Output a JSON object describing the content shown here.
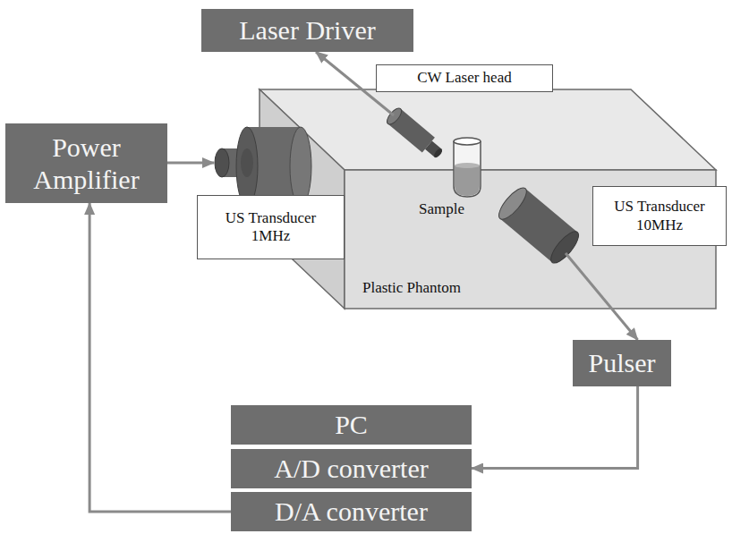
{
  "diagram": {
    "nodes": [
      {
        "text": [
          "Laser Driver"
        ]
      },
      {
        "text": [
          "CW Laser head"
        ]
      },
      {
        "text": [
          "Power Amplifier"
        ]
      },
      {
        "text": [
          "US Transducer 1MHz"
        ]
      },
      {
        "text": [
          "US Transducer 10MHz"
        ]
      },
      {
        "text": [
          "Pulser"
        ]
      },
      {
        "text": [
          "PC"
        ]
      },
      {
        "text": [
          "A/D converter"
        ]
      },
      {
        "text": [
          "D/A converter"
        ]
      }
    ],
    "edges": [
      {
        "from": 2,
        "to": 3,
        "arrow": "to"
      },
      {
        "from": 1,
        "to": 0,
        "arrow": "to"
      },
      {
        "from": 4,
        "to": 5,
        "arrow": "to"
      },
      {
        "from": 5,
        "to": 7,
        "arrow": "to"
      },
      {
        "from": 8,
        "to": 2,
        "arrow": "to"
      }
    ],
    "labels": [
      "Sample",
      "Plastic Phantom"
    ]
  }
}
